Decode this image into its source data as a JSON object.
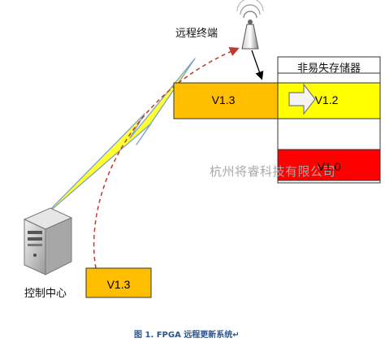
{
  "labels": {
    "remote_terminal": "远程终端",
    "nonvolatile_storage": "非易失存储器",
    "control_center": "控制中心",
    "watermark": "杭州将睿科技有限公司",
    "caption": "图 1. FPGA 远程更新系统↵"
  },
  "versions": {
    "terminal_current": "V1.3",
    "storage_new": "V1.2",
    "storage_old": "V1.0",
    "center": "V1.3"
  },
  "colors": {
    "orange": "#ffbf00",
    "yellow": "#ffff00",
    "red": "#ff0000",
    "arrow": "#c0392b",
    "lightning": "#ffff33"
  }
}
